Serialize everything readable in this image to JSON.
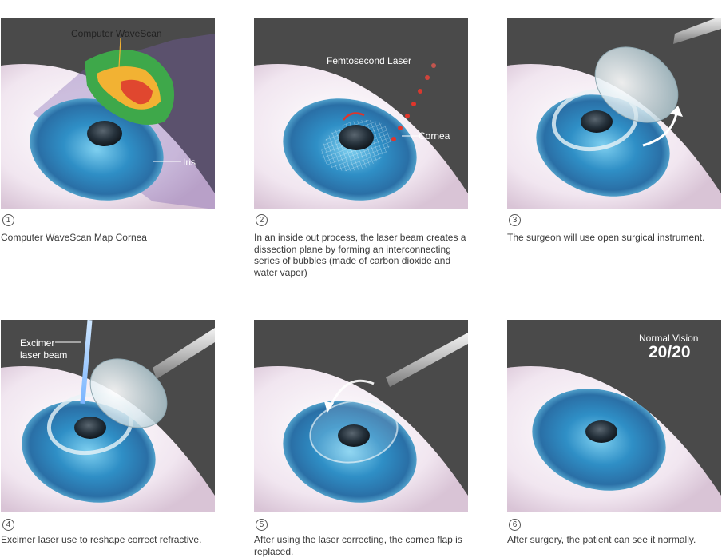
{
  "steps": [
    {
      "number": "1",
      "caption": "Computer WaveScan Map Cornea",
      "labels": {
        "wavescan": "Computer WaveScan",
        "iris": "Iris"
      }
    },
    {
      "number": "2",
      "caption": "In an inside out process, the laser beam creates a dissection plane by forming an interconnecting series of bubbles (made of carbon dioxide and water vapor)",
      "labels": {
        "laser": "Femtosecond Laser",
        "cornea": "Cornea"
      }
    },
    {
      "number": "3",
      "caption": "The surgeon will use open surgical instrument."
    },
    {
      "number": "4",
      "caption": "Excimer laser use to reshape correct refractive.",
      "labels": {
        "excimer_line1": "Excimer",
        "excimer_line2": "laser beam"
      }
    },
    {
      "number": "5",
      "caption": "After using the laser correcting, the cornea flap is replaced."
    },
    {
      "number": "6",
      "caption": "After surgery, the patient can see it normally.",
      "labels": {
        "normal_vision": "Normal Vision",
        "ratio": "20/20"
      }
    }
  ],
  "colors": {
    "background": "#4a4a4a",
    "sclera": "#f3eef3",
    "iris": "#3a9fd0",
    "pupil": "#1d2a36",
    "laser_dot": "#e0352b"
  }
}
